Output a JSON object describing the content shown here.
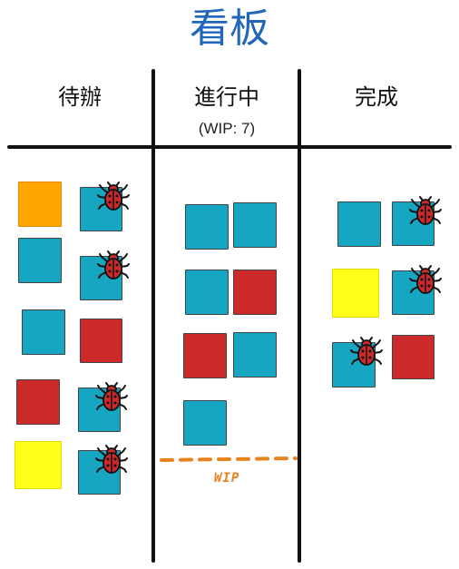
{
  "board": {
    "title": "看板",
    "columns": [
      {
        "name": "待辦"
      },
      {
        "name": "進行中",
        "wip_note": "(WIP: 7)"
      },
      {
        "name": "完成"
      }
    ],
    "wip_marker_label": "WIP"
  },
  "colors": {
    "title": "#2166b8",
    "card_blue": "#17a6c1",
    "card_red": "#cc2a2a",
    "card_orange": "#ffa500",
    "card_yellow": "#ffff1a",
    "bug_red": "#cc2a2a",
    "wip_marker": "#e8821a",
    "lines": "#111111"
  },
  "cards": {
    "todo": [
      {
        "color": "orange",
        "bug": false
      },
      {
        "color": "blue",
        "bug": true
      },
      {
        "color": "blue",
        "bug": false
      },
      {
        "color": "blue",
        "bug": true
      },
      {
        "color": "blue",
        "bug": false
      },
      {
        "color": "red",
        "bug": false
      },
      {
        "color": "red",
        "bug": false
      },
      {
        "color": "blue",
        "bug": true
      },
      {
        "color": "yellow",
        "bug": false
      },
      {
        "color": "blue",
        "bug": true
      }
    ],
    "in_progress": [
      {
        "color": "blue",
        "bug": false
      },
      {
        "color": "blue",
        "bug": false
      },
      {
        "color": "blue",
        "bug": false
      },
      {
        "color": "red",
        "bug": false
      },
      {
        "color": "red",
        "bug": false
      },
      {
        "color": "blue",
        "bug": false
      },
      {
        "color": "blue",
        "bug": false
      }
    ],
    "done": [
      {
        "color": "blue",
        "bug": false
      },
      {
        "color": "blue",
        "bug": true
      },
      {
        "color": "yellow",
        "bug": false
      },
      {
        "color": "blue",
        "bug": true
      },
      {
        "color": "blue",
        "bug": true
      },
      {
        "color": "red",
        "bug": false
      }
    ]
  },
  "icons": {
    "bug": "bug-icon"
  }
}
